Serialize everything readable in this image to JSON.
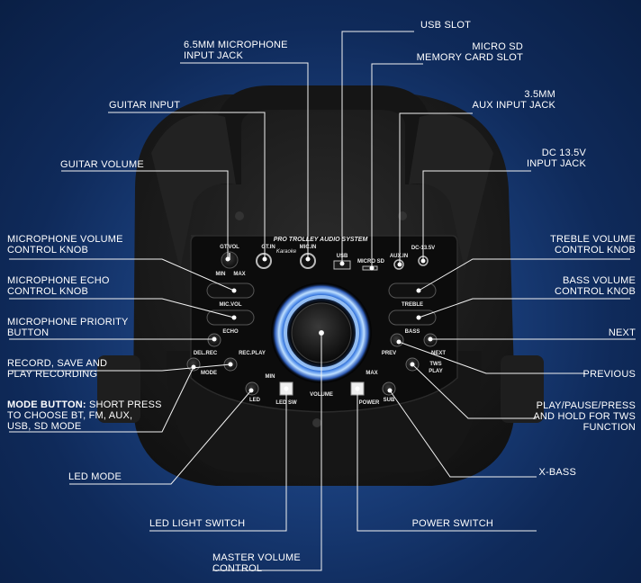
{
  "speaker": {
    "title": "PRO TROLLEY AUDIO SYSTEM",
    "panel_labels": {
      "gt_vol": "GT.VOL",
      "gt_min": "MIN",
      "gt_max": "MAX",
      "gt_in": "GT.IN",
      "karaoke": "Karaoke",
      "mic_in": "MIC.IN",
      "usb": "USB",
      "micro_sd": "MICRO SD",
      "aux_in": "AUX.IN",
      "dc": "DC-13.5V",
      "mic_vol": "MIC.VOL",
      "echo": "ECHO",
      "treble": "TREBLE",
      "bass": "BASS",
      "del_rec": "DEL.REC",
      "rec_play": "REC.PLAY",
      "mode": "MODE",
      "prev": "PREV",
      "next": "NEXT",
      "tws": "TWS",
      "play": "PLAY",
      "led": "LED",
      "led_sw": "LED SW",
      "volume": "VOLUME",
      "vol_min": "MIN",
      "vol_max": "MAX",
      "power": "POWER",
      "sub": "SUB"
    }
  },
  "callouts": {
    "usb_slot": "USB SLOT",
    "mic_jack_1": "6.5MM MICROPHONE",
    "mic_jack_2": "INPUT JACK",
    "sd_1": "MICRO SD",
    "sd_2": "MEMORY CARD SLOT",
    "guitar_input": "GUITAR INPUT",
    "aux_1": "3.5MM",
    "aux_2": "AUX INPUT JACK",
    "guitar_volume": "GUITAR VOLUME",
    "dc_1": "DC 13.5V",
    "dc_2": "INPUT JACK",
    "micvol_1": "MICROPHONE VOLUME",
    "micvol_2": "CONTROL KNOB",
    "treble_1": "TREBLE VOLUME",
    "treble_2": "CONTROL KNOB",
    "echo_1": "MICROPHONE ECHO",
    "echo_2": "CONTROL KNOB",
    "bass_1": "BASS VOLUME",
    "bass_2": "CONTROL KNOB",
    "priority_1": "MICROPHONE PRIORITY",
    "priority_2": "BUTTON",
    "next": "NEXT",
    "record_1": "RECORD, SAVE AND",
    "record_2": "PLAY RECORDING",
    "previous": "PREVIOUS",
    "mode_bold": "MODE BUTTON:",
    "mode_1": "SHORT PRESS",
    "mode_2": "TO CHOOSE BT, FM, AUX,",
    "mode_3": "USB, SD MODE",
    "play_1": "PLAY/PAUSE/PRESS",
    "play_2": "AND HOLD FOR TWS",
    "play_3": "FUNCTION",
    "led_mode": "LED MODE",
    "xbass": "X-BASS",
    "led_switch": "LED LIGHT SWITCH",
    "power_switch": "POWER SWITCH",
    "master_1": "MASTER VOLUME",
    "master_2": "CONTROL"
  },
  "colors": {
    "background": "#1a3f7c",
    "speaker_body": "#1b1b1b",
    "panel": "#0c0c0c",
    "ring_glow": "#5aa8ff",
    "callout_text": "#ffffff",
    "leader_line": "#f2f2f2"
  }
}
